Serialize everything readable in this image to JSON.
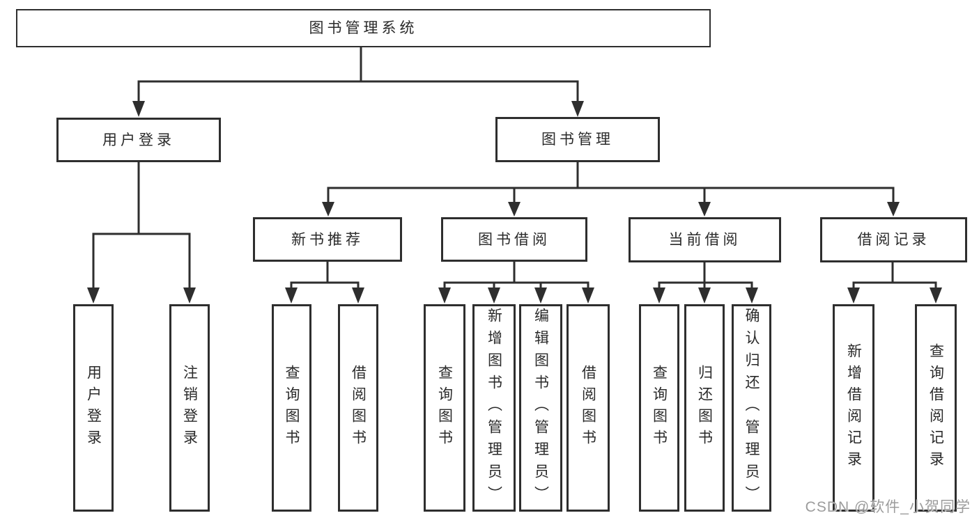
{
  "diagram": {
    "title": "图书管理系统",
    "root": {
      "label": "图书管理系统"
    },
    "branches": [
      {
        "label": "用户登录",
        "children": [
          {
            "label": "用户登录"
          },
          {
            "label": "注销登录"
          }
        ]
      },
      {
        "label": "图书管理",
        "children": [
          {
            "label": "新书推荐",
            "children": [
              {
                "label": "查询图书"
              },
              {
                "label": "借阅图书"
              }
            ]
          },
          {
            "label": "图书借阅",
            "children": [
              {
                "label": "查询图书"
              },
              {
                "label": "新增图书（管理员）"
              },
              {
                "label": "编辑图书（管理员）"
              },
              {
                "label": "借阅图书"
              }
            ]
          },
          {
            "label": "当前借阅",
            "children": [
              {
                "label": "查询图书"
              },
              {
                "label": "归还图书"
              },
              {
                "label": "确认归还（管理员）"
              }
            ]
          },
          {
            "label": "借阅记录",
            "children": [
              {
                "label": "新增借阅记录"
              },
              {
                "label": "查询借阅记录"
              }
            ]
          }
        ]
      }
    ]
  },
  "watermark": {
    "text": "CSDN @软件_小贺同学"
  },
  "colors": {
    "line": "#2e2e2e",
    "box_border": "#2e2e2e",
    "box_fill": "#ffffff",
    "text": "#2a2a2a",
    "watermark": "#9c9c9c",
    "background": "#ffffff"
  }
}
